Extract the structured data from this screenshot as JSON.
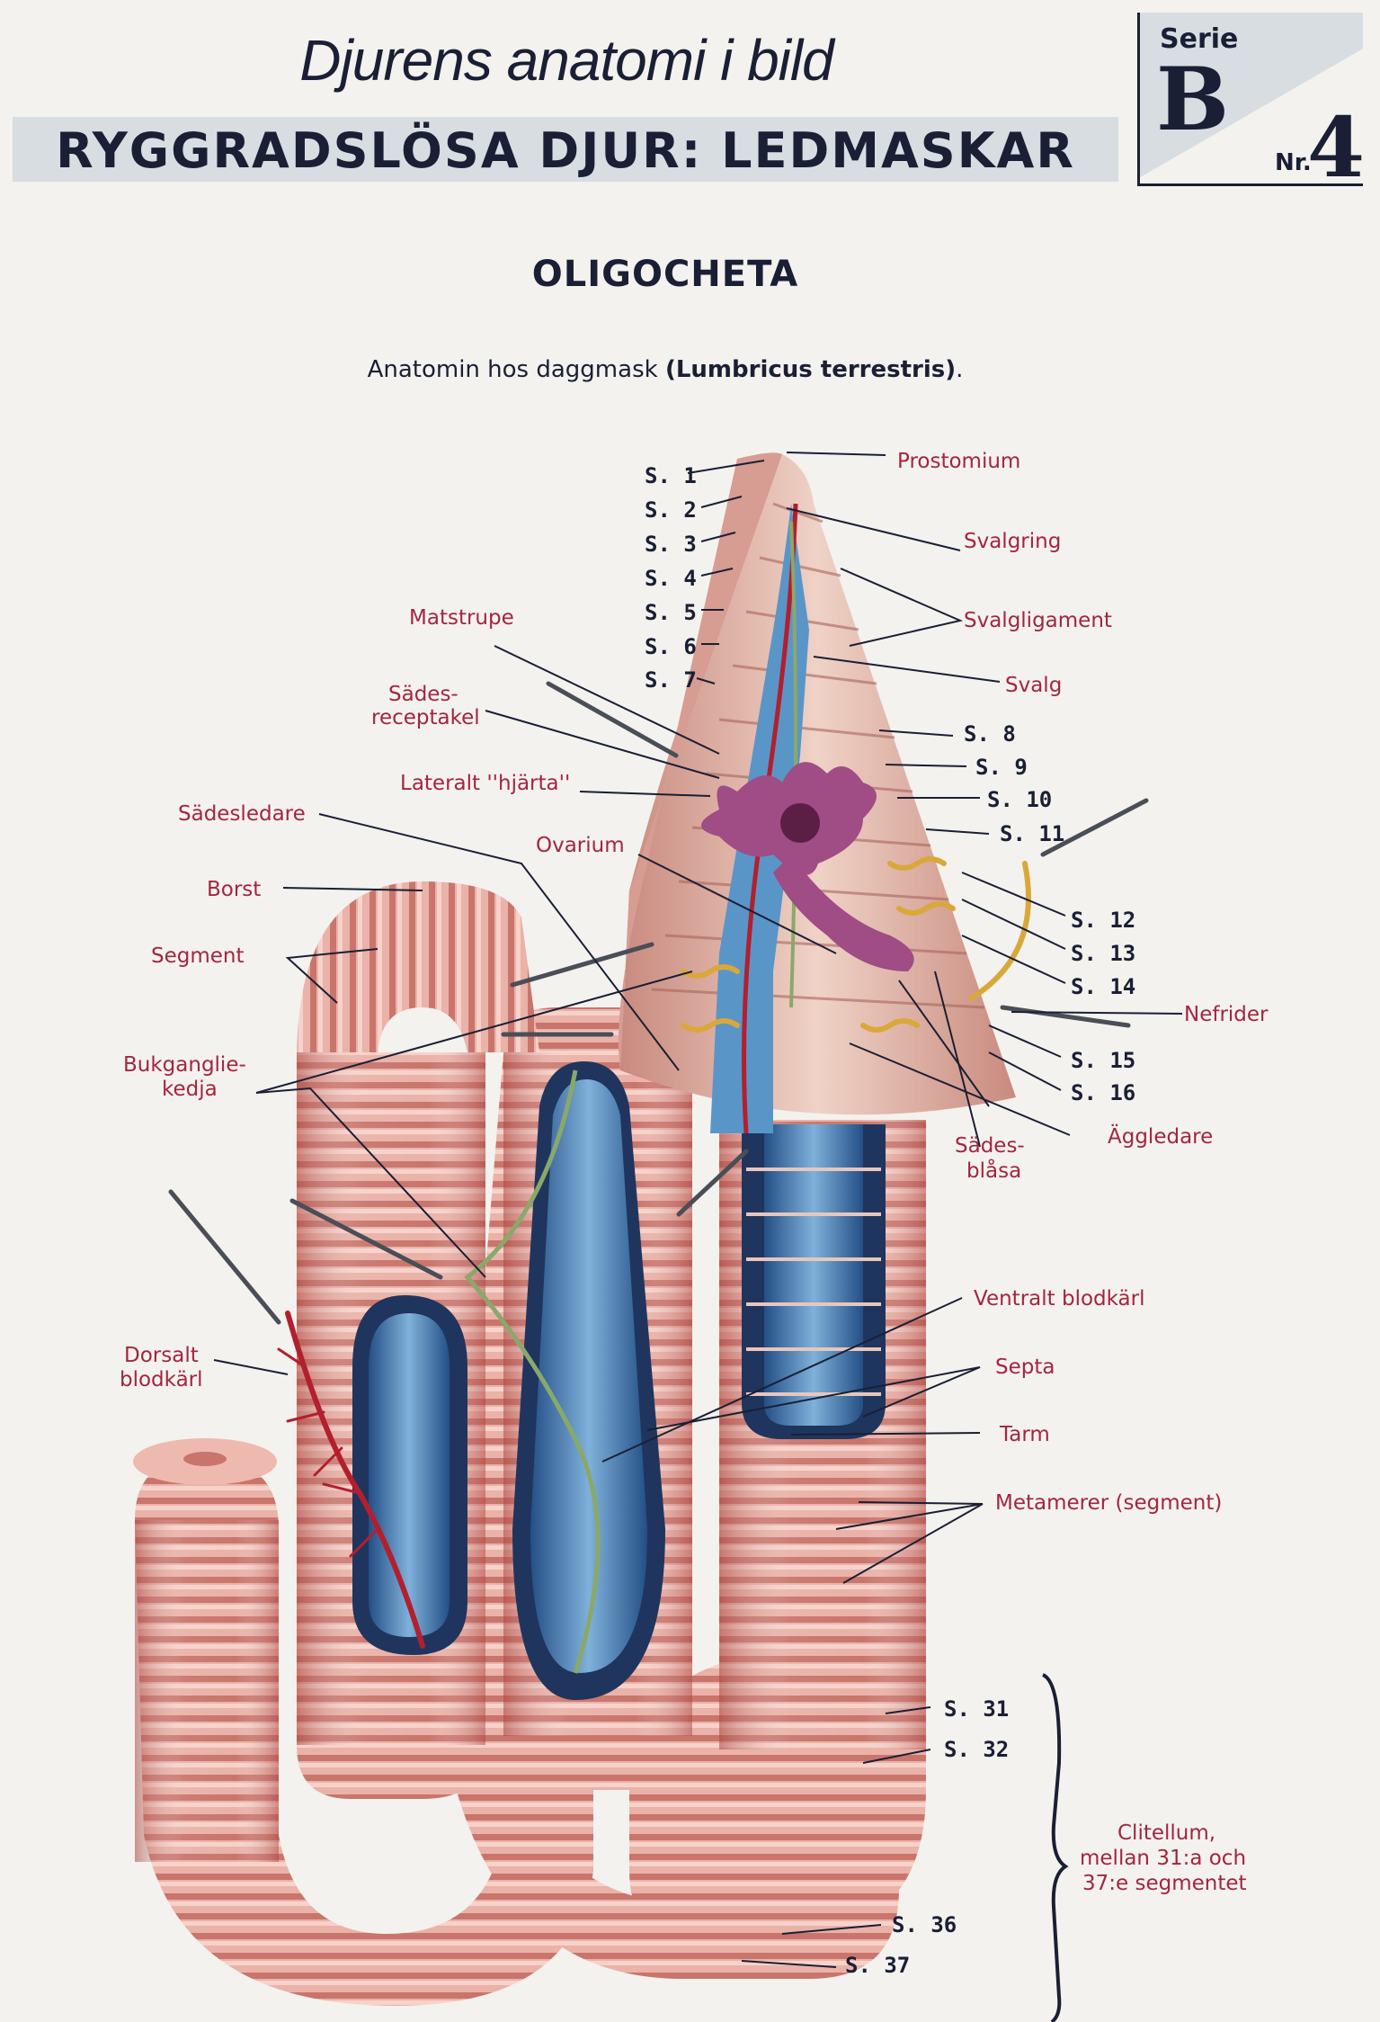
{
  "header": {
    "subtitle": "Djurens anatomi i bild",
    "title": "RYGGRADSLÖSA DJUR: LEDMASKAR",
    "serie_label": "Serie",
    "serie_letter": "B",
    "nr_label": "Nr.",
    "nr_value": "4"
  },
  "heading": "OLIGOCHETA",
  "caption": {
    "prefix": "Anatomin hos daggmask ",
    "species": "(Lumbricus terrestris)",
    "suffix": "."
  },
  "labels": {
    "prostomium": "Prostomium",
    "svalgring": "Svalgring",
    "svalgligament": "Svalgligament",
    "svalg": "Svalg",
    "matstrupe": "Matstrupe",
    "sades_receptakel_1": "Sädes-",
    "sades_receptakel_2": "receptakel",
    "lateralt_hjarta": "Lateralt ''hjärta''",
    "sadesledare": "Sädesledare",
    "ovarium": "Ovarium",
    "borst": "Borst",
    "segment": "Segment",
    "bukganglie_1": "Bukganglie-",
    "bukganglie_2": "kedja",
    "nefrider": "Nefrider",
    "aggledare": "Äggledare",
    "sadesblasa_1": "Sädes-",
    "sadesblasa_2": "blåsa",
    "ventralt_blodkarl": "Ventralt blodkärl",
    "dorsalt_1": "Dorsalt",
    "dorsalt_2": "blodkärl",
    "septa": "Septa",
    "tarm": "Tarm",
    "metamerer": "Metamerer (segment)",
    "clitellum_1": "Clitellum,",
    "clitellum_2": "mellan 31:a och",
    "clitellum_3": "37:e segmentet"
  },
  "segments": {
    "s1": "S. 1",
    "s2": "S. 2",
    "s3": "S. 3",
    "s4": "S. 4",
    "s5": "S. 5",
    "s6": "S. 6",
    "s7": "S. 7",
    "s8": "S. 8",
    "s9": "S. 9",
    "s10": "S. 10",
    "s11": "S. 11",
    "s12": "S. 12",
    "s13": "S. 13",
    "s14": "S. 14",
    "s15": "S. 15",
    "s16": "S. 16",
    "s31": "S. 31",
    "s32": "S. 32",
    "s36": "S. 36",
    "s37": "S. 37"
  },
  "colors": {
    "ink": "#1a1f35",
    "label_red": "#a4253f",
    "worm_body": "#e8a79f",
    "worm_shadow": "#b85a55",
    "intestine_blue": "#3f78b0",
    "vessel_red": "#b31f2e",
    "nerve_green": "#8aa86a",
    "gonad_purple": "#a04c85",
    "nephridia_yellow": "#d9a83a"
  }
}
